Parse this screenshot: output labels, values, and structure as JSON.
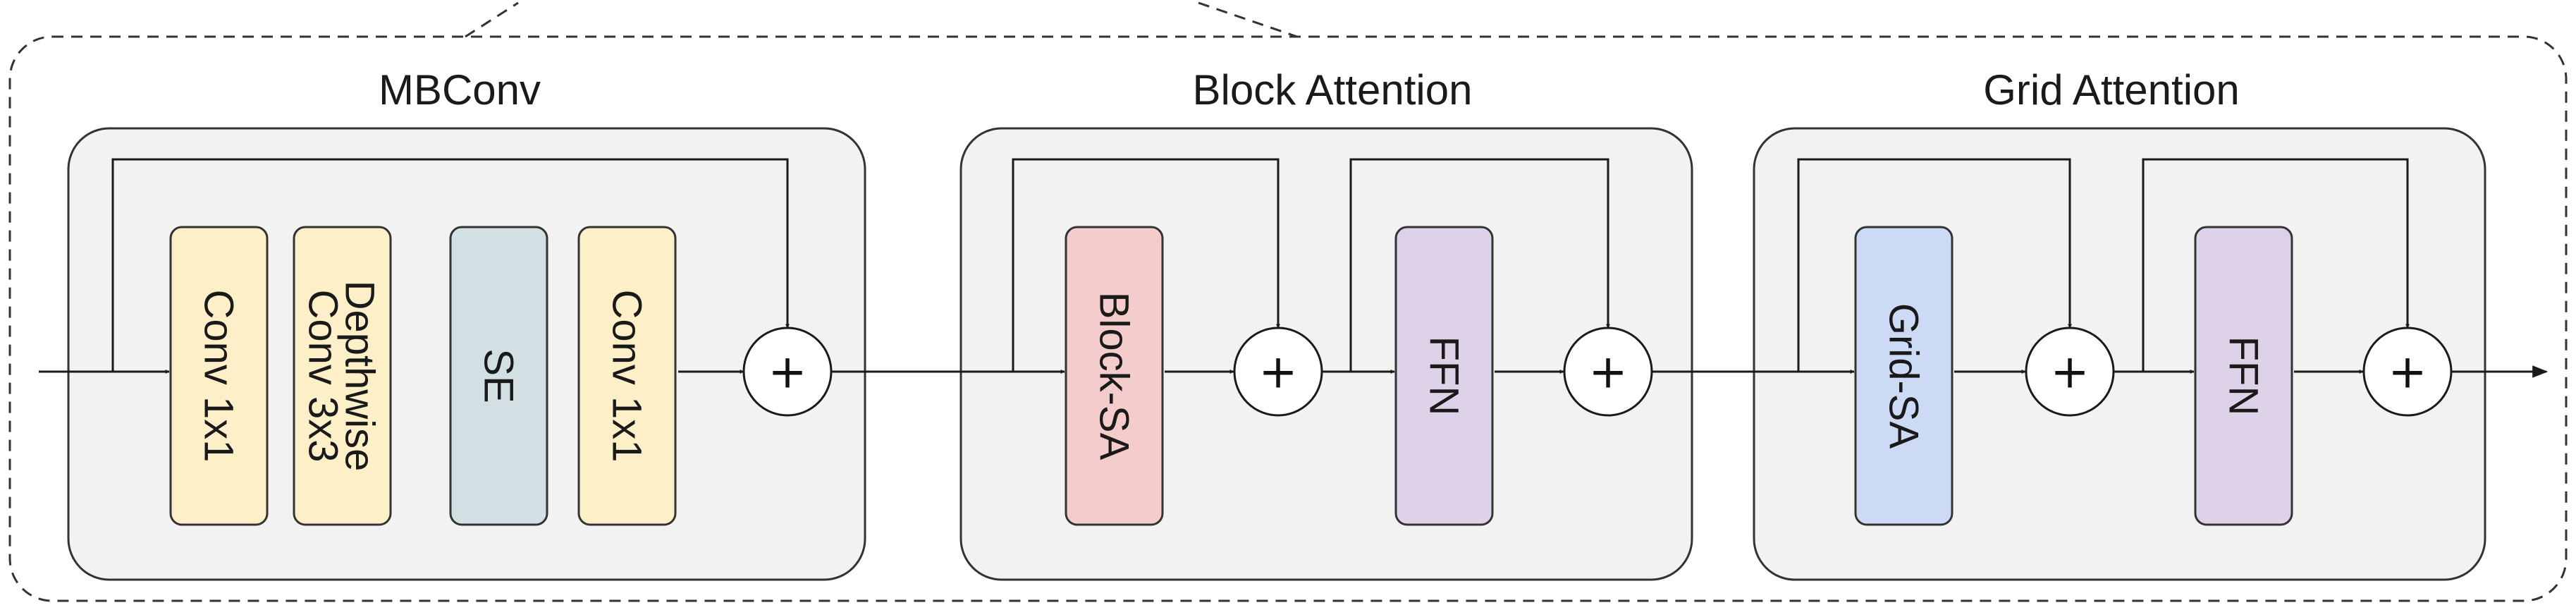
{
  "sections": {
    "mbconv": "MBConv",
    "block_attention": "Block Attention",
    "grid_attention": "Grid Attention"
  },
  "blocks": {
    "conv1x1_a": "Conv 1x1",
    "depthwise_line1": "Depthwise",
    "depthwise_line2": "Conv 3x3",
    "se": "SE",
    "conv1x1_b": "Conv 1x1",
    "block_sa": "Block-SA",
    "ffn_block": "FFN",
    "grid_sa": "Grid-SA",
    "ffn_grid": "FFN"
  },
  "plus_symbol": "+",
  "colors": {
    "conv": "#fdf0c8",
    "se": "#d2e0e4",
    "block_sa": "#f4cccc",
    "ffn": "#ddd2e8",
    "grid_sa": "#cddaf5",
    "panel": "#f2f2f2",
    "stroke": "#333333"
  }
}
